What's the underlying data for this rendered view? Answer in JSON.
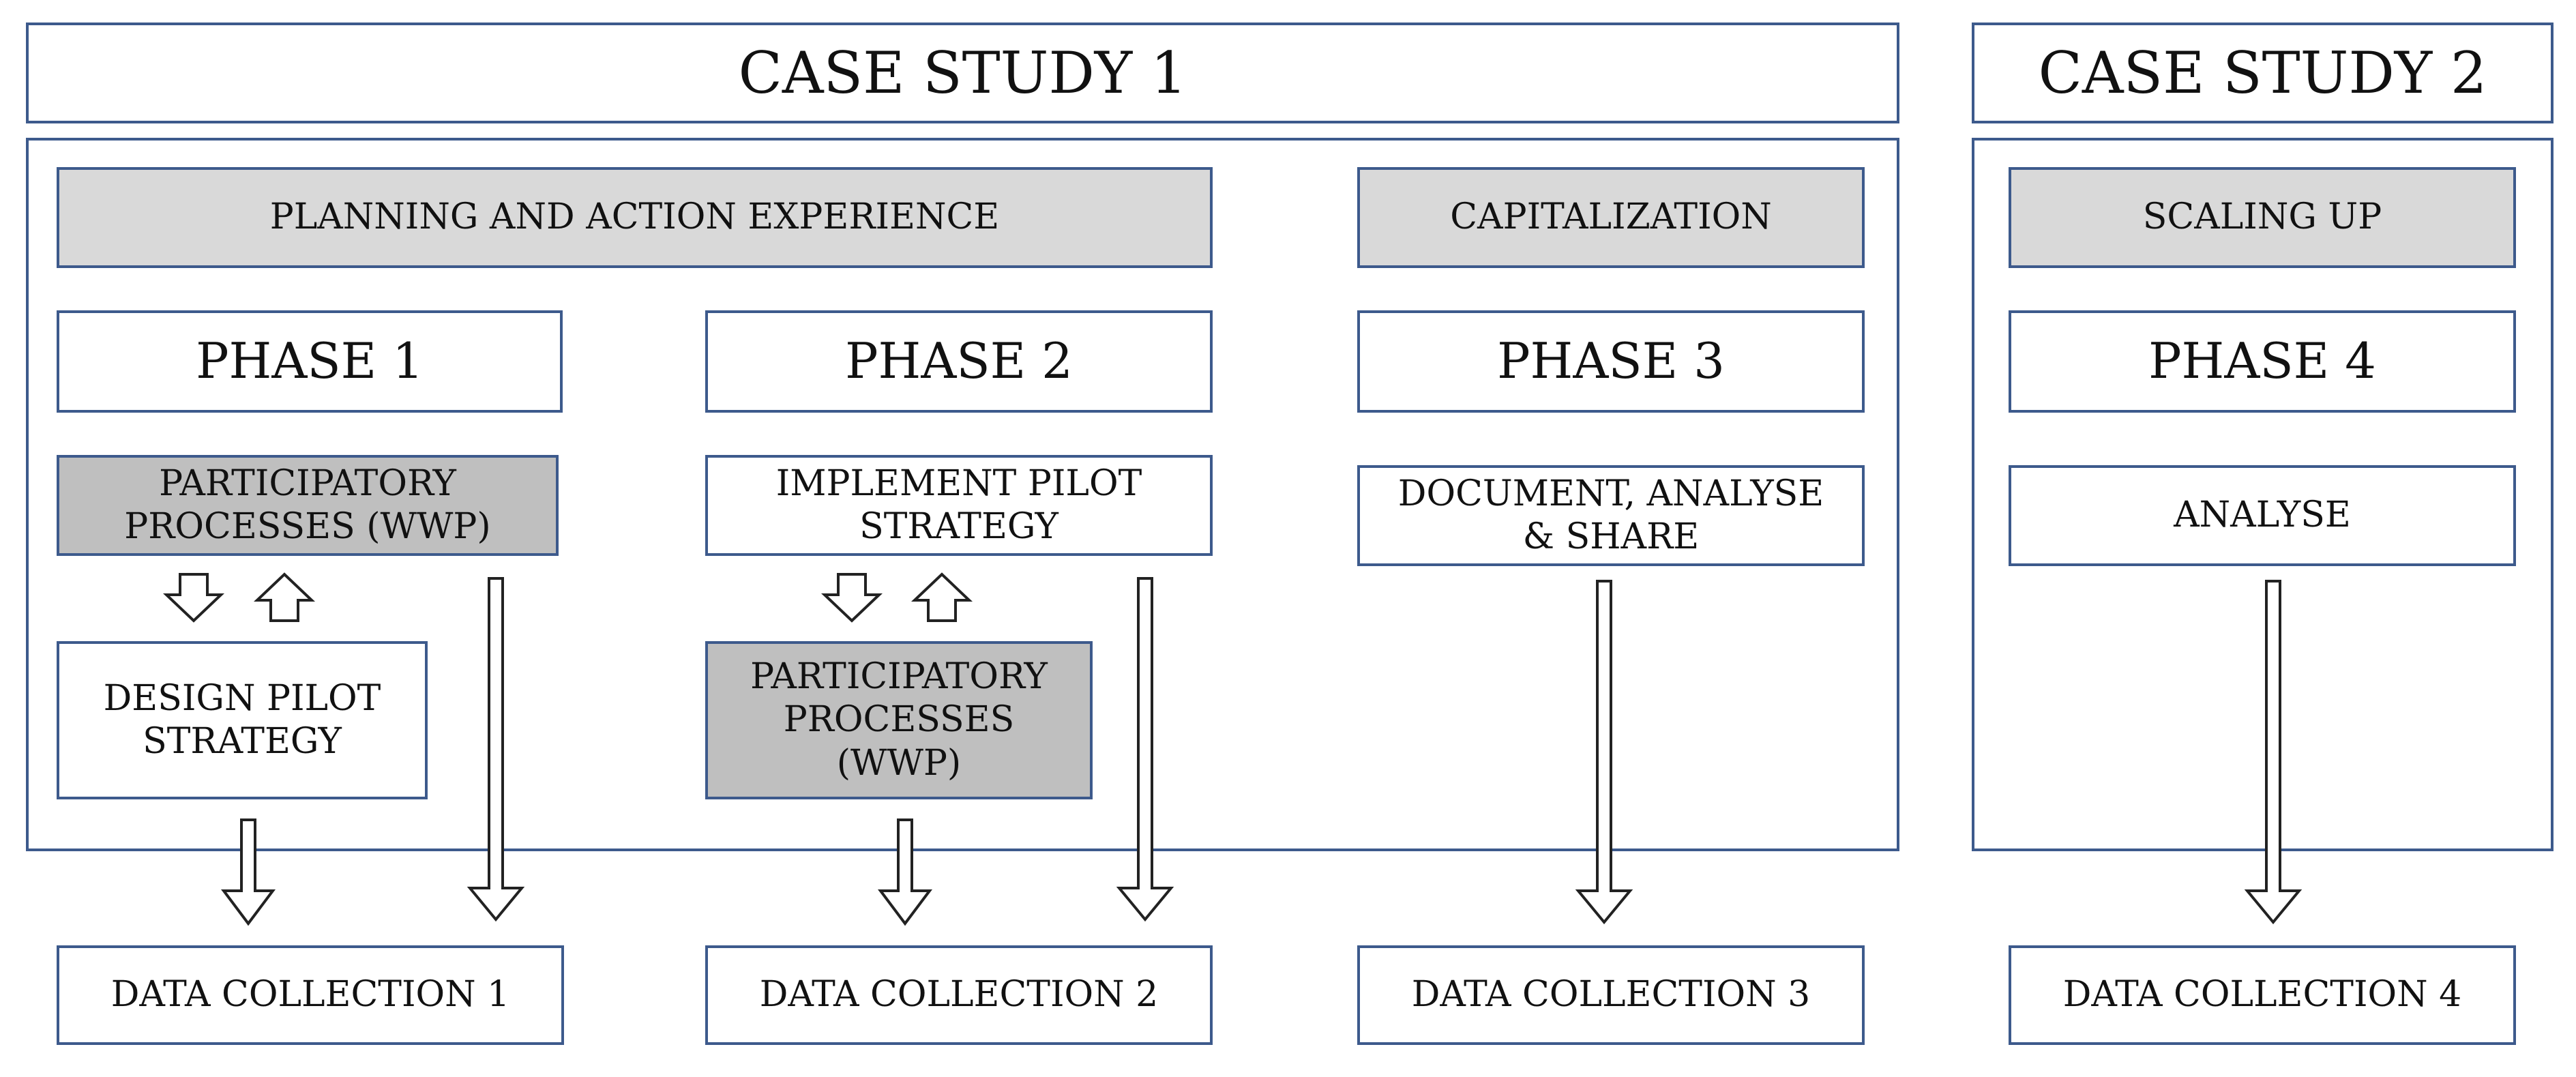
{
  "case_study_1": {
    "title": "CASE STUDY 1",
    "categories": {
      "planning": "PLANNING AND ACTION EXPERIENCE",
      "capitalization": "CAPITALIZATION"
    },
    "phases": [
      "PHASE 1",
      "PHASE 2",
      "PHASE 3"
    ],
    "phase1": {
      "participatory": "PARTICIPATORY PROCESSES (WWP)",
      "design": "DESIGN PILOT STRATEGY"
    },
    "phase2": {
      "implement": "IMPLEMENT PILOT STRATEGY",
      "participatory": "PARTICIPATORY PROCESSES (WWP)"
    },
    "phase3": {
      "document": "DOCUMENT, ANALYSE & SHARE"
    }
  },
  "case_study_2": {
    "title": "CASE STUDY 2",
    "category": "SCALING UP",
    "phase": "PHASE 4",
    "analyse": "ANALYSE"
  },
  "data_collections": [
    "DATA COLLECTION 1",
    "DATA COLLECTION 2",
    "DATA COLLECTION 3",
    "DATA COLLECTION 4"
  ],
  "colors": {
    "border": "#3d5a8c",
    "category_fill": "#d9d9d9",
    "process_fill": "#bfbfbf",
    "arrow_stroke": "#222222"
  }
}
